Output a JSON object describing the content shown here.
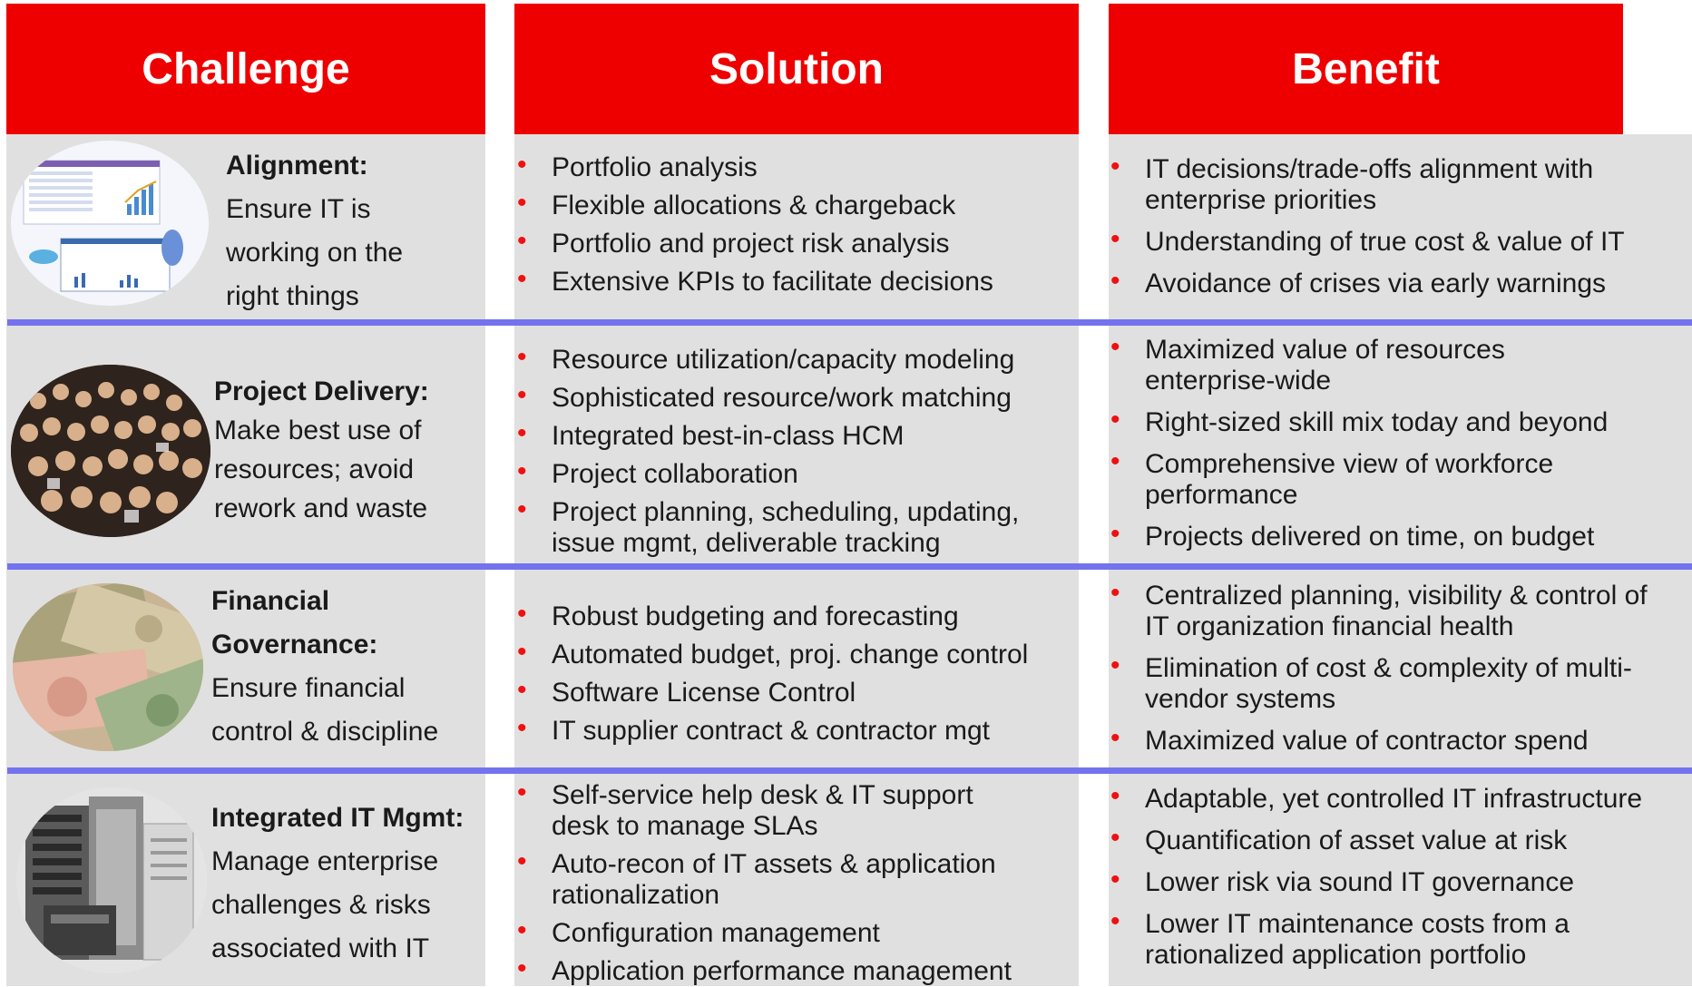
{
  "headers": {
    "challenge": "Challenge",
    "solution": "Solution",
    "benefit": "Benefit"
  },
  "colors": {
    "header_red": "#ee0000",
    "bullet_red": "#ee1111",
    "separator_blue": "#7373ee",
    "cell_gray": "#e0e0e0"
  },
  "rows": [
    {
      "challenge_title": "Alignment:",
      "challenge_lines": [
        "Ensure IT is",
        "working on the",
        "right things"
      ],
      "image": "dashboard-screenshot-image",
      "solutions": [
        "Portfolio analysis",
        "Flexible allocations & chargeback",
        "Portfolio and project risk analysis",
        "Extensive KPIs to facilitate decisions"
      ],
      "benefits": [
        "IT decisions/trade-offs alignment with enterprise priorities",
        "Understanding of true cost & value of IT",
        "Avoidance of crises via early warnings"
      ]
    },
    {
      "challenge_title": "Project Delivery:",
      "challenge_lines": [
        "Make best use of",
        "resources; avoid",
        "rework and waste"
      ],
      "image": "crowd-of-people-image",
      "solutions": [
        "Resource utilization/capacity modeling",
        "Sophisticated resource/work matching",
        "Integrated best-in-class HCM",
        "Project collaboration",
        "Project planning, scheduling, updating, issue mgmt, deliverable tracking"
      ],
      "benefits": [
        "Maximized value of resources enterprise-wide",
        "Right-sized skill mix today and beyond",
        "Comprehensive view of workforce performance",
        "Projects delivered on time, on budget"
      ]
    },
    {
      "challenge_title": "Financial Governance:",
      "challenge_lines": [
        "Ensure financial",
        "control & discipline"
      ],
      "image": "banknotes-image",
      "solutions": [
        "Robust budgeting and forecasting",
        "Automated budget, proj. change control",
        "Software License Control",
        "IT supplier contract & contractor mgt"
      ],
      "benefits": [
        "Centralized planning, visibility & control of IT organization financial health",
        "Elimination of cost & complexity of multi-vendor systems",
        "Maximized value of contractor spend"
      ]
    },
    {
      "challenge_title": "Integrated IT Mgmt:",
      "challenge_lines": [
        "Manage enterprise",
        "challenges & risks",
        "associated with IT"
      ],
      "image": "server-hardware-image",
      "solutions": [
        "Self-service help desk & IT support desk to manage SLAs",
        "Auto-recon of IT assets & application rationalization",
        "Configuration management",
        "Application performance management"
      ],
      "benefits": [
        "Adaptable, yet controlled IT infrastructure",
        "Quantification of asset value at risk",
        "Lower risk via sound IT governance",
        "Lower IT maintenance costs from a rationalized application portfolio"
      ]
    }
  ]
}
